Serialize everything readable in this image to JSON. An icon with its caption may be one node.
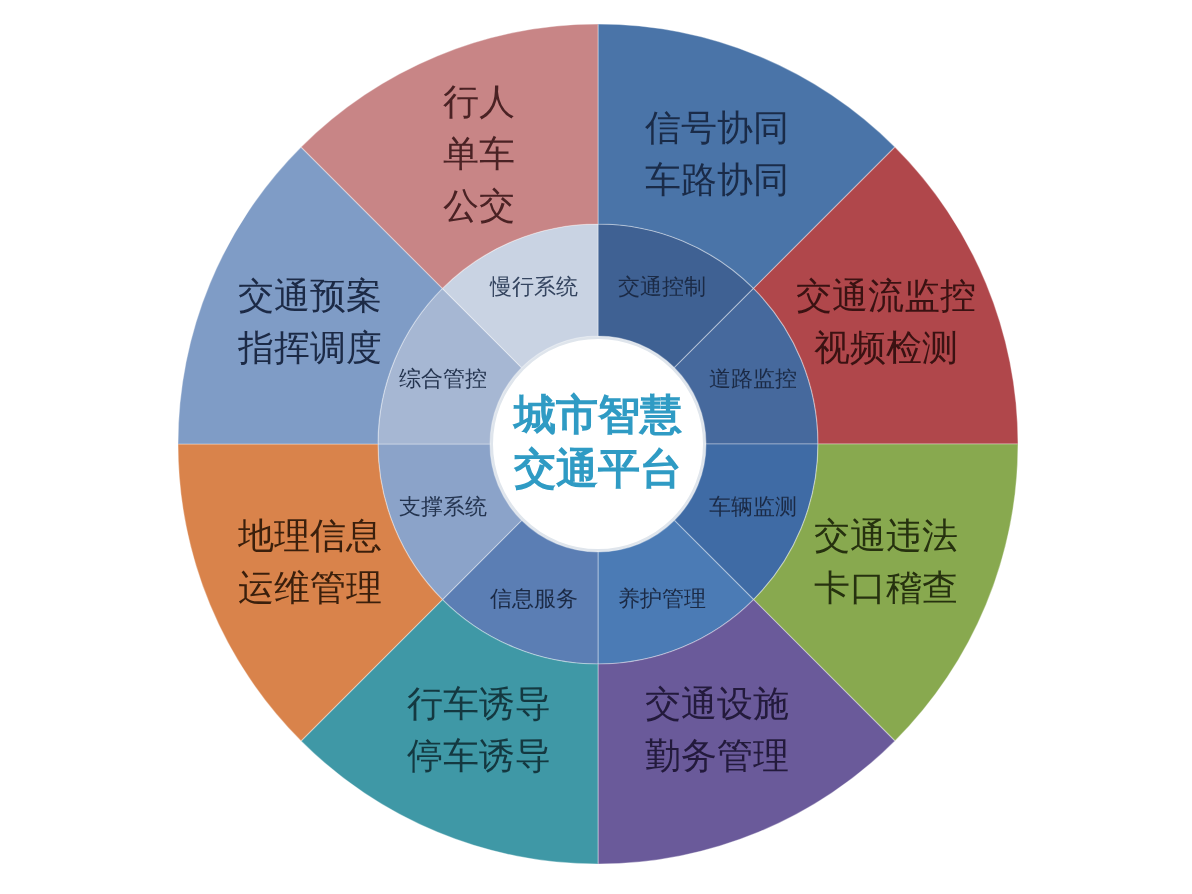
{
  "diagram": {
    "nodes": [
      {
        "text": [
          "城市智慧交通平台"
        ]
      },
      {
        "text": [
          "交通控制"
        ]
      },
      {
        "text": [
          "道路监控"
        ]
      },
      {
        "text": [
          "车辆监测"
        ]
      },
      {
        "text": [
          "养护管理"
        ]
      },
      {
        "text": [
          "信息服务"
        ]
      },
      {
        "text": [
          "支撑系统"
        ]
      },
      {
        "text": [
          "综合管控"
        ]
      },
      {
        "text": [
          "慢行系统"
        ]
      },
      {
        "text": [
          "信号协同车路协同"
        ]
      },
      {
        "text": [
          "交通流监控视频检测"
        ]
      },
      {
        "text": [
          "交通违法卡口稽查"
        ]
      },
      {
        "text": [
          "交通设施勤务管理"
        ]
      },
      {
        "text": [
          "行车诱导停车诱导"
        ]
      },
      {
        "text": [
          "地理信息运维管理"
        ]
      },
      {
        "text": [
          "交通预案指挥调度"
        ]
      },
      {
        "text": [
          "行人单车公交"
        ]
      }
    ]
  }
}
